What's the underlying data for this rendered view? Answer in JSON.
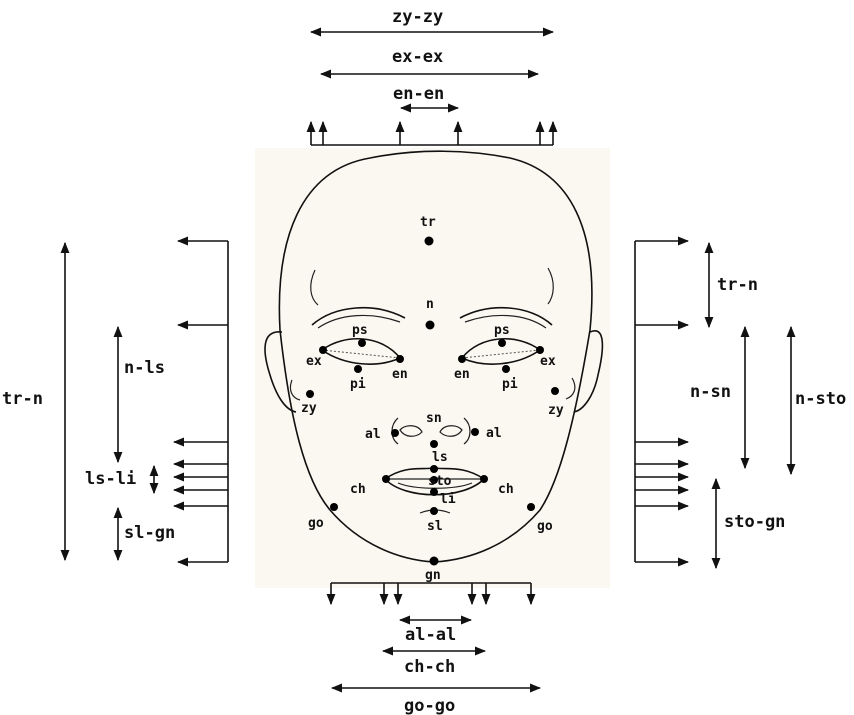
{
  "top_measures": {
    "zy_zy": "zy-zy",
    "ex_ex": "ex-ex",
    "en_en": "en-en"
  },
  "bottom_measures": {
    "al_al": "al-al",
    "ch_ch": "ch-ch",
    "go_go": "go-go"
  },
  "left_measures": {
    "tr_n": "tr-n",
    "n_ls": "n-ls",
    "ls_li": "ls-li",
    "sl_gn": "sl-gn"
  },
  "right_measures": {
    "tr_n": "tr-n",
    "n_sn": "n-sn",
    "n_sto": "n-sto",
    "sto_gn": "sto-gn"
  },
  "landmarks": {
    "tr": "tr",
    "n": "n",
    "ps_left": "ps",
    "ps_right": "ps",
    "ex_left": "ex",
    "ex_right": "ex",
    "en_left": "en",
    "en_right": "en",
    "pi_left": "pi",
    "pi_right": "pi",
    "zy_left": "zy",
    "zy_right": "zy",
    "sn": "sn",
    "al_left": "al",
    "al_right": "al",
    "ls": "ls",
    "sto": "sto",
    "li": "li",
    "sl": "sl",
    "ch_left": "ch",
    "ch_right": "ch",
    "go_left": "go",
    "go_right": "go",
    "gn": "gn"
  }
}
